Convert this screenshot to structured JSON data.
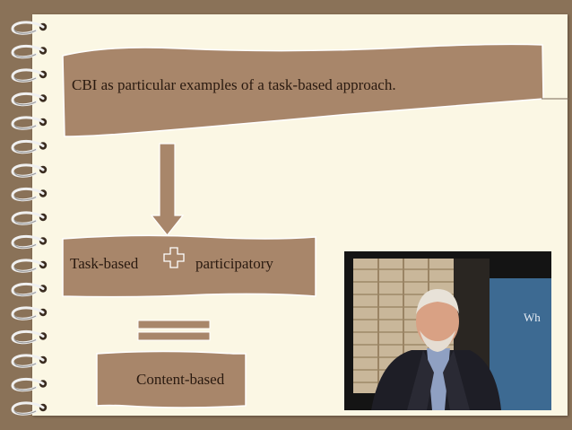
{
  "slide": {
    "top_box": "CBI as particular examples of a task-based approach.",
    "mid_left": "Task-based",
    "mid_right": "participatory",
    "bottom_box": "Content-based",
    "video_partial_text": "Wh"
  },
  "colors": {
    "background": "#8a7258",
    "paper": "#fbf7e4",
    "box_fill": "#a8866a",
    "box_stroke": "#ffffff",
    "text": "#2a1a10"
  }
}
